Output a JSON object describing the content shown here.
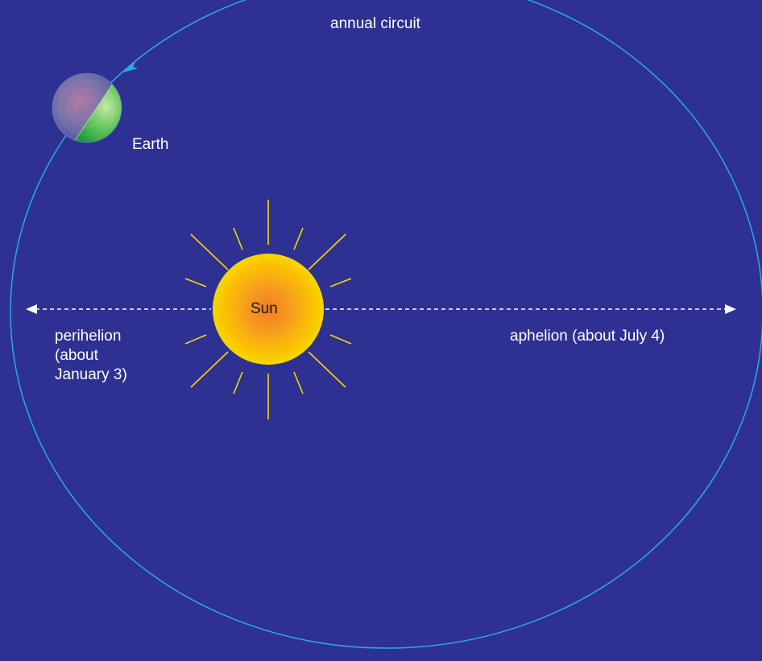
{
  "labels": {
    "annual_circuit": "annual circuit",
    "earth": "Earth",
    "sun": "Sun",
    "perihelion_line1": "perihelion",
    "perihelion_line2": "(about",
    "perihelion_line3": "January 3)",
    "aphelion": "aphelion (about July 4)"
  },
  "colors": {
    "background": "#2e3192",
    "orbit": "#29abe2",
    "sun_core": "#f7941d",
    "sun_mid": "#fbb040",
    "sun_outer": "#f5d900",
    "sun_rays": "#f5d900",
    "earth_day": "#39b54a",
    "earth_night": "#6a6aa8",
    "axis_line": "#ffffff"
  }
}
